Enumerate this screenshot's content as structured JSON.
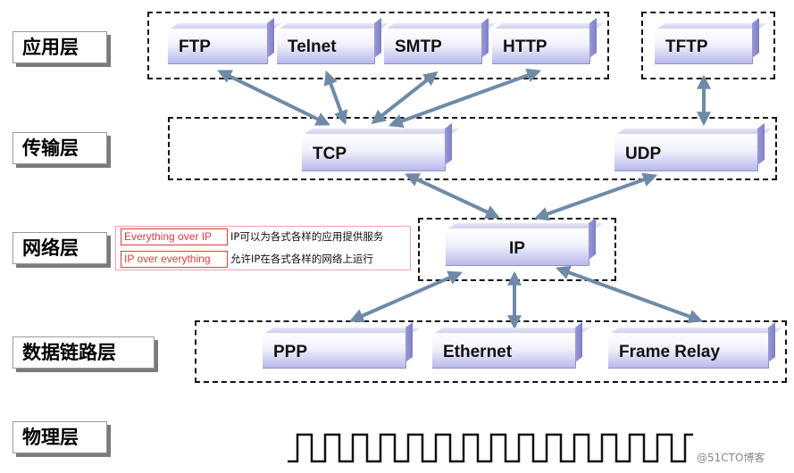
{
  "layers": {
    "application": "应用层",
    "transport": "传输层",
    "network": "网络层",
    "datalink": "数据链路层",
    "physical": "物理层"
  },
  "protocols": {
    "ftp": "FTP",
    "telnet": "Telnet",
    "smtp": "SMTP",
    "http": "HTTP",
    "tftp": "TFTP",
    "tcp": "TCP",
    "udp": "UDP",
    "ip": "IP",
    "ppp": "PPP",
    "ethernet": "Ethernet",
    "frame_relay": "Frame Relay"
  },
  "notes": {
    "tag1": "Everything over IP",
    "desc1": "IP可以为各式各样的应用提供服务",
    "tag2": "IP over everything",
    "desc2": "允许IP在各式各样的网络上运行"
  },
  "watermark": "@51CTO博客",
  "colors": {
    "arrow": "#6f8aa6",
    "tag_red": "#e23a3a",
    "box_purple": "#b9b9ec"
  }
}
